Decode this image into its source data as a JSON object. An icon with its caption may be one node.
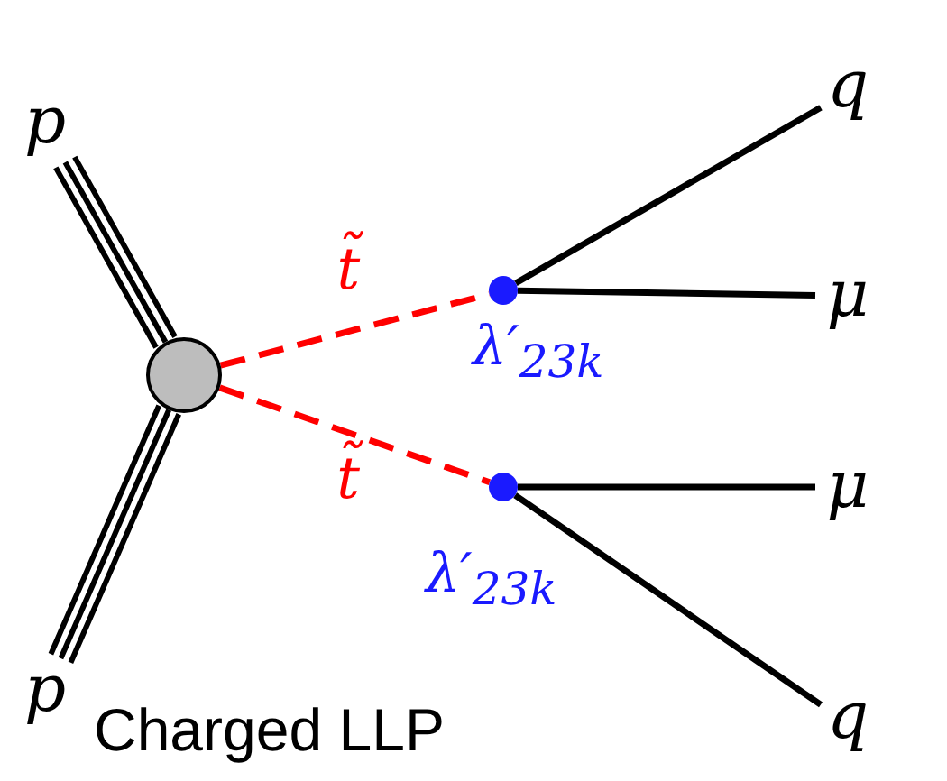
{
  "diagram": {
    "caption": "Charged LLP",
    "nodes": [
      {
        "text": [
          "p"
        ]
      },
      {
        "text": [
          "p"
        ]
      },
      {
        "text": [],
        "shape": "circle"
      },
      {
        "text": [],
        "shape": "circle",
        "beside": [
          "λ′$_{23k}$"
        ]
      },
      {
        "text": [],
        "shape": "circle",
        "beside": [
          "λ′$_{23k}$"
        ]
      },
      {
        "text": [
          "q"
        ]
      },
      {
        "text": [
          "μ"
        ]
      },
      {
        "text": [
          "μ"
        ]
      },
      {
        "text": [
          "q"
        ]
      }
    ],
    "edges": [
      {
        "from": 0,
        "to": 2,
        "arrow": "none"
      },
      {
        "from": 1,
        "to": 2,
        "arrow": "none"
      },
      {
        "from": 2,
        "to": 3,
        "arrow": "none",
        "label": "t̃",
        "style": "dashed",
        "color": "#ff0000"
      },
      {
        "from": 2,
        "to": 4,
        "arrow": "none",
        "label": "t̃",
        "style": "dashed",
        "color": "#ff0000"
      },
      {
        "from": 3,
        "to": 5,
        "arrow": "none"
      },
      {
        "from": 3,
        "to": 6,
        "arrow": "none"
      },
      {
        "from": 4,
        "to": 7,
        "arrow": "none"
      },
      {
        "from": 4,
        "to": 8,
        "arrow": "none"
      }
    ]
  }
}
